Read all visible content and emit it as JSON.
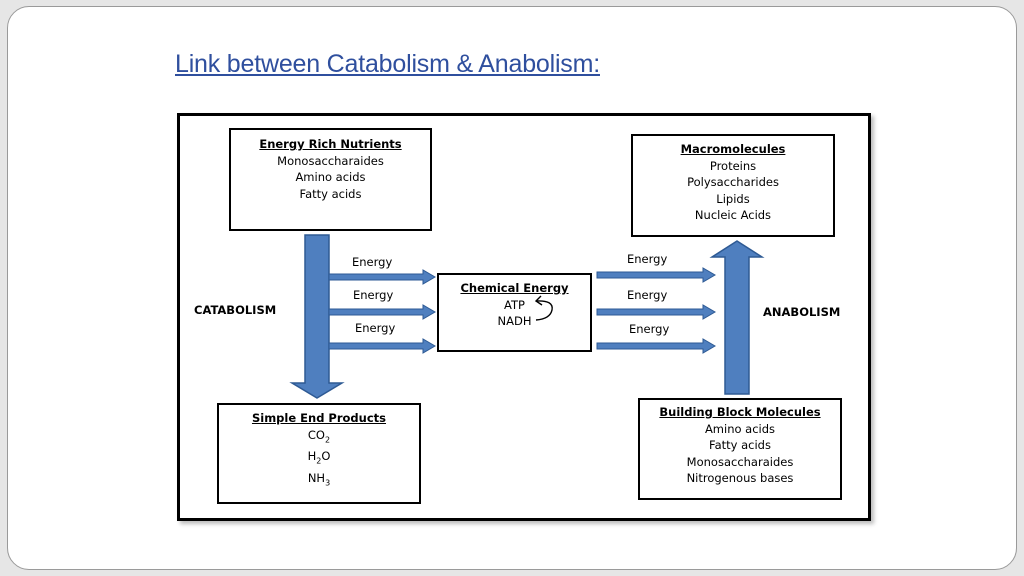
{
  "title": "Link between Catabolism & Anabolism:",
  "energy_nutrients": {
    "heading": "Energy Rich Nutrients",
    "items": [
      "Monosaccharaides",
      "Amino acids",
      "Fatty acids"
    ]
  },
  "end_products": {
    "heading": "Simple End Products",
    "co2": {
      "base": "CO",
      "sub": "2"
    },
    "h2o": {
      "base": "H",
      "sub": "2",
      "tail": "O"
    },
    "nh3": {
      "base": "NH",
      "sub": "3"
    }
  },
  "chemical_energy": {
    "heading": "Chemical Energy",
    "items": [
      "ATP",
      "NADH"
    ]
  },
  "macromolecules": {
    "heading": "Macromolecules",
    "items": [
      "Proteins",
      "Polysaccharides",
      "Lipids",
      "Nucleic Acids"
    ]
  },
  "building_blocks": {
    "heading": "Building Block Molecules",
    "items": [
      "Amino acids",
      "Fatty acids",
      "Monosaccharaides",
      "Nitrogenous bases"
    ]
  },
  "labels": {
    "catabolism": "CATABOLISM",
    "anabolism": "ANABOLISM",
    "energy": "Energy"
  },
  "colors": {
    "title": "#2f4f9e",
    "arrow_fill": "#4f7fbf",
    "arrow_stroke": "#2e5a94"
  }
}
